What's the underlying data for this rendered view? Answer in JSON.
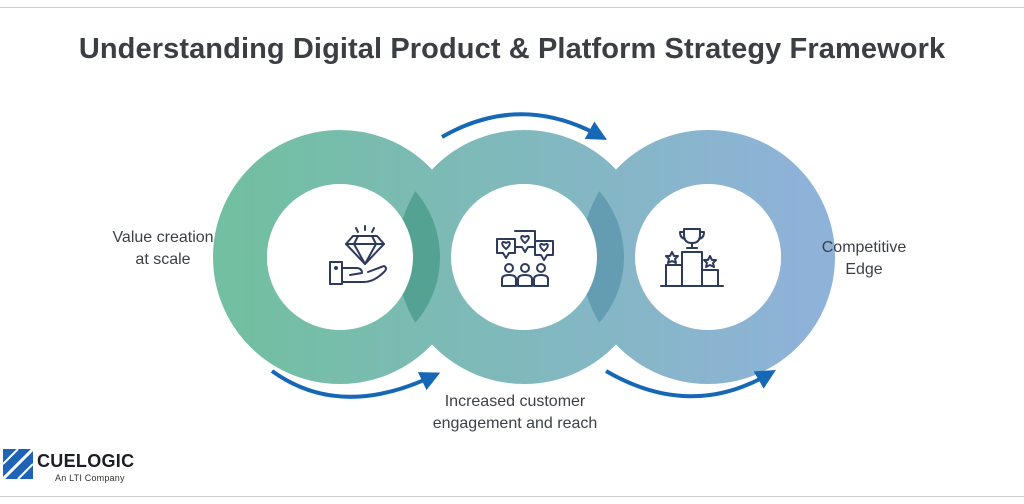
{
  "title": "Understanding Digital Product & Platform Strategy Framework",
  "stages": [
    {
      "lines": [
        "Value creation",
        "at scale"
      ],
      "icon": "diamond-hand-icon"
    },
    {
      "lines": [
        "Increased customer",
        "engagement and reach"
      ],
      "icon": "audience-hearts-icon"
    },
    {
      "lines": [
        "Competitive",
        "Edge"
      ],
      "icon": "trophy-podium-icon"
    }
  ],
  "colors": {
    "gradient_start": "#72bfa1",
    "gradient_end": "#8fb2d9",
    "overlap_left": "#4d9f8c",
    "overlap_right": "#5e99ae",
    "arrow": "#1668b7",
    "icon_stroke": "#2e3a5c"
  },
  "logo": {
    "brand": "CUELOGIC",
    "tagline": "An LTI Company"
  }
}
